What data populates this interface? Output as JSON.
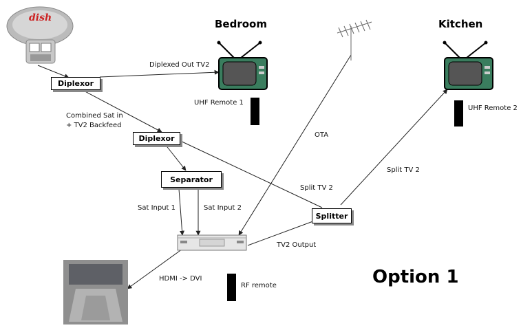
{
  "rooms": {
    "bedroom": "Bedroom",
    "kitchen": "Kitchen"
  },
  "option_title": "Option 1",
  "dish_logo": "dish",
  "devices": {
    "diplexor_1": "Diplexor",
    "diplexor_2": "Diplexor",
    "separator": "Separator",
    "splitter": "Splitter"
  },
  "labels": {
    "diplexed_out": "Diplexed Out TV2",
    "combined_1": "Combined Sat in",
    "combined_2": "+ TV2  Backfeed",
    "uhf_remote_1": "UHF Remote 1",
    "uhf_remote_2": "UHF Remote 2",
    "ota": "OTA",
    "split_tv2_a": "Split TV 2",
    "split_tv2_b": "Split TV 2",
    "sat_input_1": "Sat Input 1",
    "sat_input_2": "Sat Input 2",
    "tv2_output": "TV2 Output",
    "hdmi_dvi": "HDMI -> DVI",
    "rf_remote": "RF remote"
  },
  "colors": {
    "tv_screen": "#555555",
    "tv_case": "#3a7d5e",
    "line": "#222222"
  }
}
